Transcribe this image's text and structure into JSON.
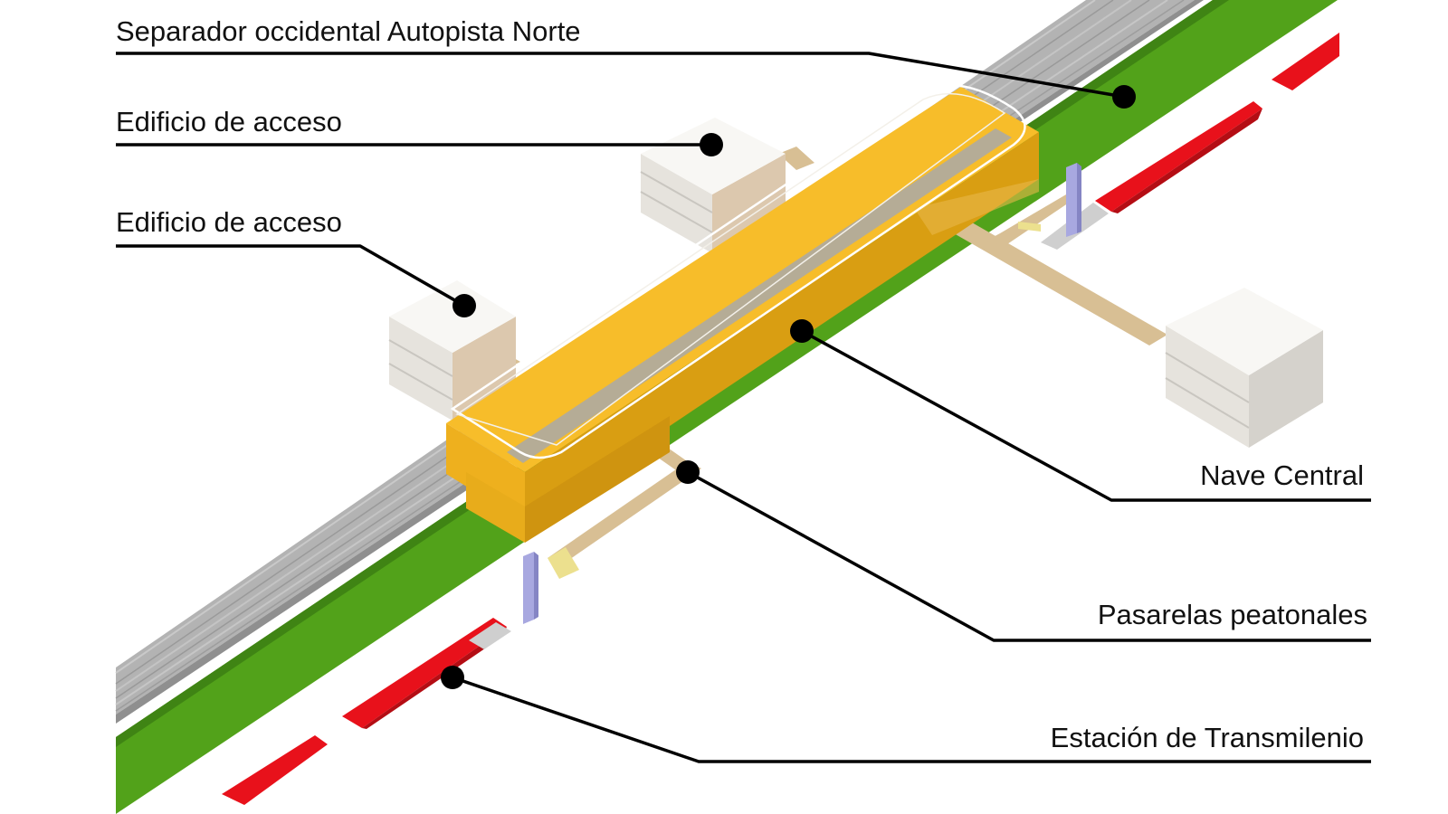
{
  "labels": {
    "separador": "Separador occidental Autopista Norte",
    "edificio_1": "Edificio de acceso",
    "edificio_2": "Edificio de acceso",
    "nave": "Nave Central",
    "pasarelas": "Pasarelas peatonales",
    "estacion": "Estación de Transmilenio"
  },
  "colors": {
    "green_separator": "#52a21a",
    "highway": "#a6a6a6",
    "nave_top": "#f7bd2a",
    "nave_side": "#e0a316",
    "building": "#ebe8e2",
    "walkway": "#d8bf94",
    "station": "#e8111b",
    "tower": "#a8a8e0",
    "leader": "#000000"
  }
}
